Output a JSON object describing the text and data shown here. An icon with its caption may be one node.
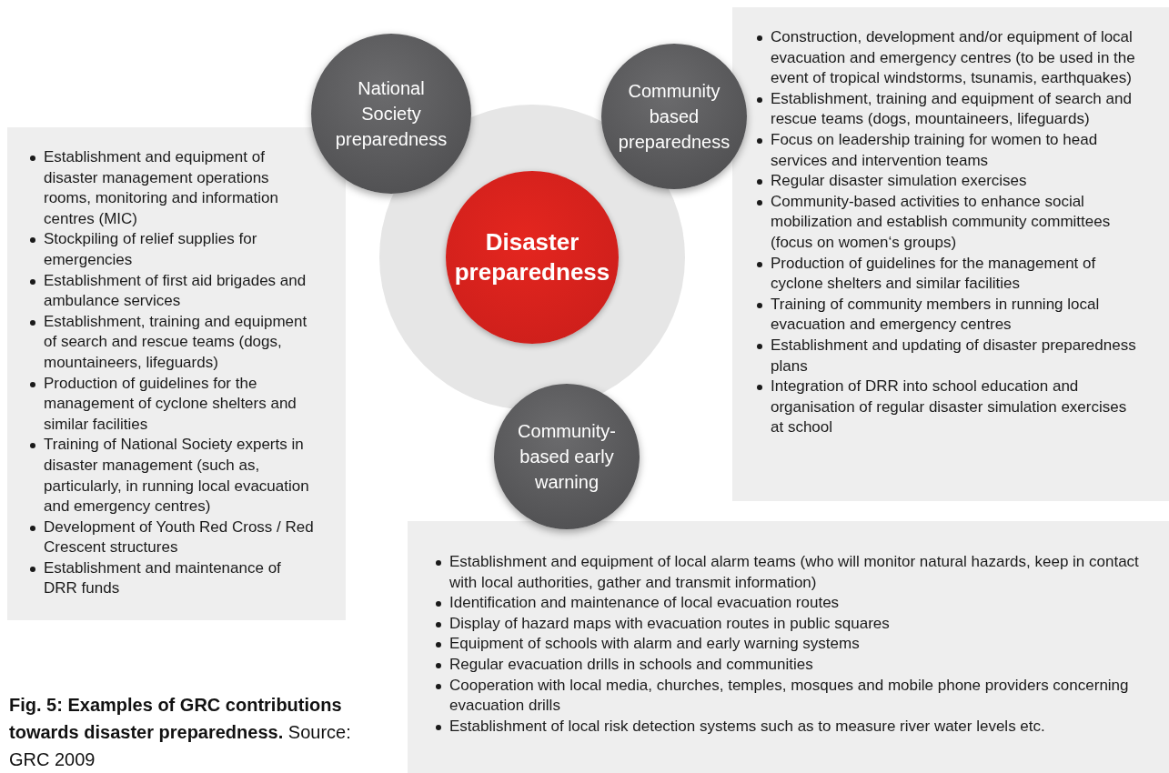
{
  "diagram": {
    "caption": "**Fig. 5: Examples of GRC contributions towards disaster preparedness.** Source: GRC 2009",
    "nodes": [
      {
        "text": [
          "Establishment and equipment of disaster management operations rooms, monitoring and information centres (MIC)",
          "Stockpiling of relief supplies for emergencies",
          "Establishment of first aid brigades and ambulance services",
          "Establishment, training and equipment of search and rescue teams (dogs, mountaineers, lifeguards)",
          "Production of guidelines for the management of cyclone shelters and similar facilities",
          "Training of National Society experts in disaster management (such as, particularly, in running local evacuation and emergency centres)",
          "Development of Youth Red Cross / Red Crescent structures",
          "Establishment and maintenance of DRR funds"
        ]
      },
      {
        "text": [
          "Construction, development and/or equipment of local evacuation and emergency centres (to be used in the event of tropical windstorms, tsunamis, earthquakes)",
          "Establishment, training and equipment of search and rescue teams (dogs, mountaineers, lifeguards)",
          "Focus on leadership training for women to head services and intervention teams",
          "Regular disaster simulation exercises",
          "Community-based activities to enhance social mobilization and establish community committees (focus on women‘s groups)",
          "Production of guidelines for the management of cyclone shelters and similar facilities",
          "Training of community members in running local evacuation and emergency centres",
          "Establishment and updating of disaster preparedness plans",
          "Integration of DRR into school education and organisation of regular disaster simulation exercises at school"
        ]
      },
      {
        "text": [
          "Establishment and equipment of local alarm teams (who will monitor natural hazards, keep in contact with local authorities, gather and transmit information)",
          "Identification and maintenance of local evacuation routes",
          "Display of hazard maps with evacuation routes in public squares",
          "Equipment of schools with alarm and early warning systems",
          "Regular evacuation drills in schools and communities",
          "Cooperation with local media, churches, temples, mosques and mobile phone providers concerning evacuation drills",
          "Establishment of local risk detection systems such as to measure river water levels etc."
        ]
      },
      {
        "text": [],
        "shape": "circle"
      },
      {
        "text": [
          "National Society preparedness"
        ]
      },
      {
        "text": [
          "Community based preparedness"
        ]
      },
      {
        "text": [
          "Disaster preparedness"
        ],
        "in": 3
      },
      {
        "text": [
          "Community-based early warning"
        ]
      }
    ]
  }
}
